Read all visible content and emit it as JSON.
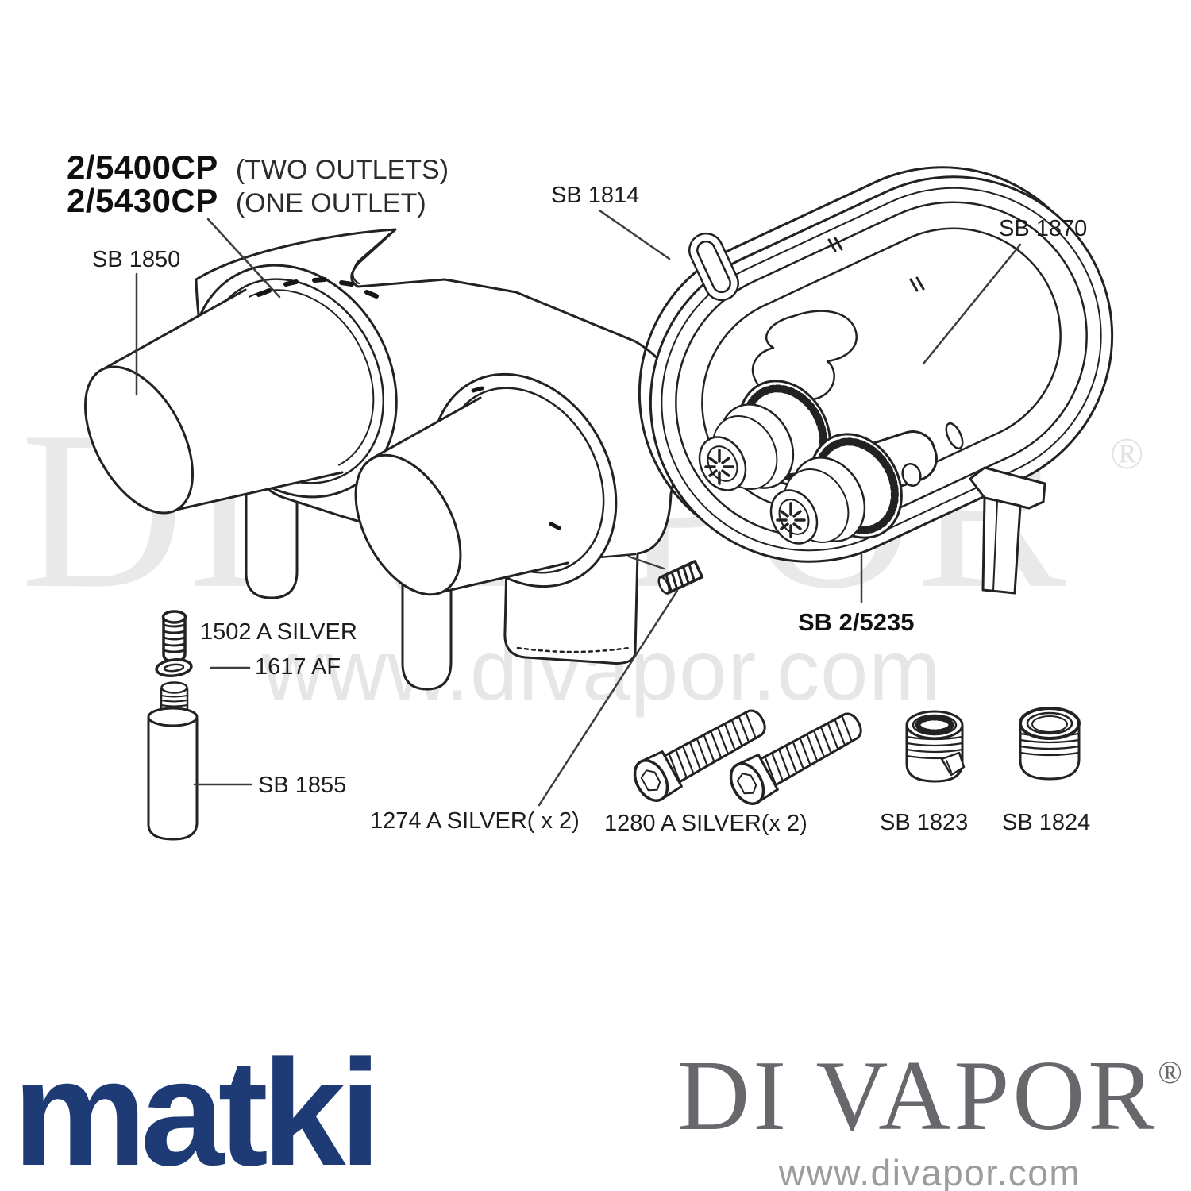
{
  "title": {
    "code_primary": "2/5400CP",
    "variant_primary": "(TWO OUTLETS)",
    "code_secondary": "2/5430CP",
    "variant_secondary": "(ONE OUTLET)"
  },
  "labels": {
    "sb1850": "SB 1850",
    "sb1814": "SB 1814",
    "sb1870": "SB 1870",
    "sb2_5235": "SB 2/5235",
    "p1502": "1502 A SILVER",
    "p1617": "1617 AF",
    "sb1855": "SB 1855",
    "p1274": "1274 A SILVER( x 2)",
    "p1280": "1280 A SILVER(x 2)",
    "sb1823": "SB 1823",
    "sb1824": "SB 1824"
  },
  "watermark": {
    "brand": "DI VAPOR",
    "registered": "®",
    "url": "www.divapor.com"
  },
  "footer": {
    "matki": "matki",
    "matki_color": "#1f3b76",
    "divapor": "DI VAPOR",
    "registered": "®",
    "url": "www.divapor.com",
    "divapor_color": "#67676c"
  }
}
